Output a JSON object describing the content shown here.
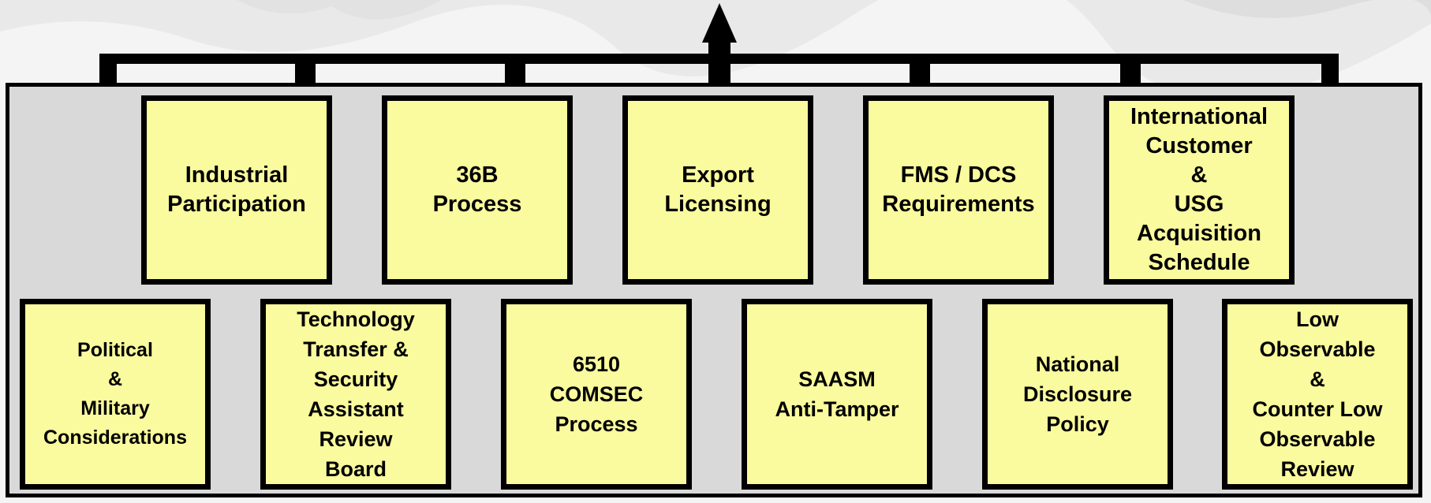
{
  "top_row": [
    {
      "key": "industrial",
      "label": "Industrial\nParticipation"
    },
    {
      "key": "36b",
      "label": "36B\nProcess"
    },
    {
      "key": "export",
      "label": "Export\nLicensing"
    },
    {
      "key": "fms",
      "label": "FMS / DCS\nRequirements"
    },
    {
      "key": "intl",
      "label": "International\nCustomer\n&\nUSG\nAcquisition\nSchedule"
    }
  ],
  "bottom_row": [
    {
      "key": "political",
      "label": "Political\n&\nMilitary\nConsiderations"
    },
    {
      "key": "techtransfer",
      "label": "Technology\nTransfer &\nSecurity\nAssistant\nReview\nBoard"
    },
    {
      "key": "comsec",
      "label": "6510\nCOMSEC\nProcess"
    },
    {
      "key": "saasm",
      "label": "SAASM\nAnti-Tamper"
    },
    {
      "key": "disclosure",
      "label": "National\nDisclosure\nPolicy"
    },
    {
      "key": "lowobs",
      "label": "Low\nObservable\n&\nCounter Low\nObservable\nReview"
    }
  ],
  "colors": {
    "box_fill": "#fafa9e",
    "frame_fill": "#d9d9d9",
    "connector": "#000000"
  }
}
